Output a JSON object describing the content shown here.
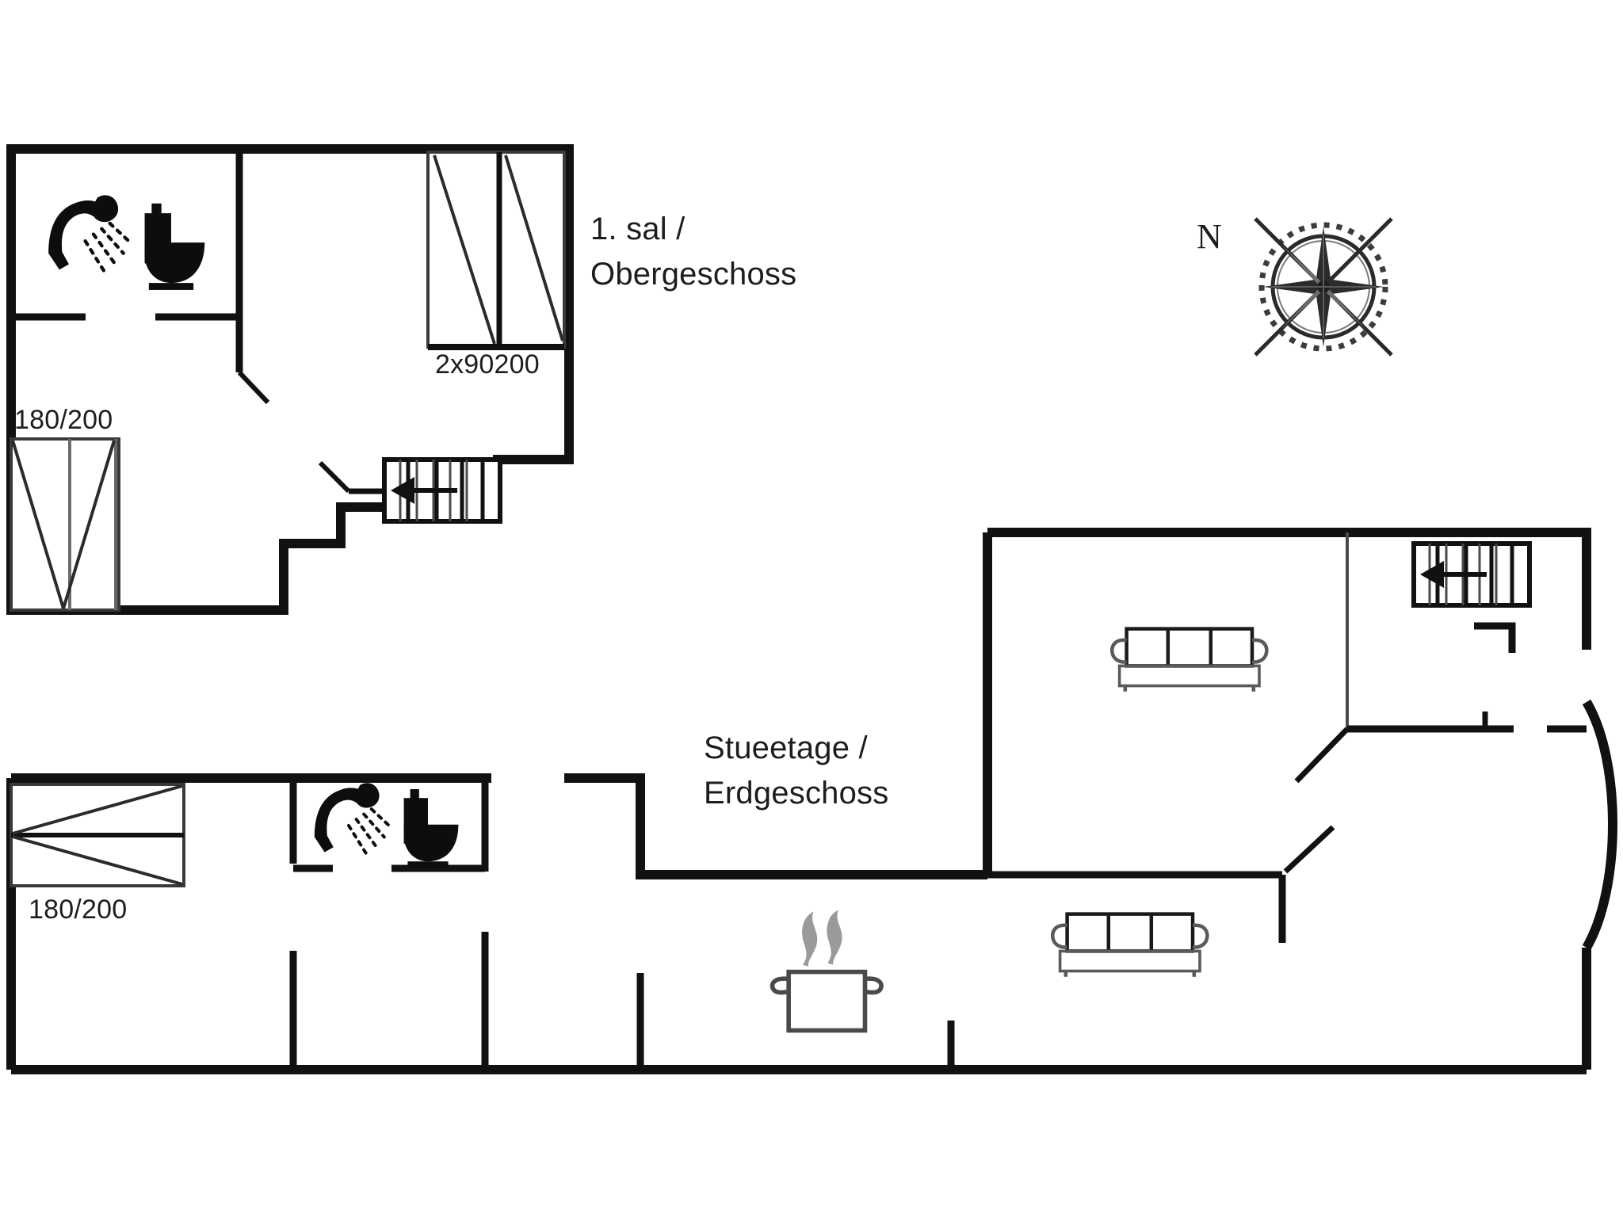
{
  "document": {
    "type": "floor-plan",
    "background_color": "#ffffff",
    "line_color": "#111111"
  },
  "floors": [
    {
      "id": "upper",
      "title_line1": "1. sal /",
      "title_line2": "Obergeschoss",
      "labels": [
        {
          "name": "bed-dimension-upper",
          "text": "180/200"
        },
        {
          "name": "window-dimension-upper",
          "text": "2x90200"
        }
      ],
      "icons": [
        {
          "name": "shower-icon",
          "label": "shower"
        },
        {
          "name": "toilet-icon",
          "label": "toilet"
        },
        {
          "name": "staircase-icon",
          "label": "staircase-down"
        }
      ]
    },
    {
      "id": "ground",
      "title_line1": "Stueetage /",
      "title_line2": "Erdgeschoss",
      "labels": [
        {
          "name": "bed-dimension-ground",
          "text": "180/200"
        }
      ],
      "icons": [
        {
          "name": "shower-icon",
          "label": "shower"
        },
        {
          "name": "toilet-icon",
          "label": "toilet"
        },
        {
          "name": "cooking-pot-icon",
          "label": "kitchen-stove"
        },
        {
          "name": "sofa-icon",
          "label": "sofa-upper"
        },
        {
          "name": "sofa-icon",
          "label": "sofa-lower"
        },
        {
          "name": "staircase-icon",
          "label": "staircase-up"
        }
      ]
    }
  ],
  "compass": {
    "north_label": "N",
    "name": "compass-rose"
  }
}
